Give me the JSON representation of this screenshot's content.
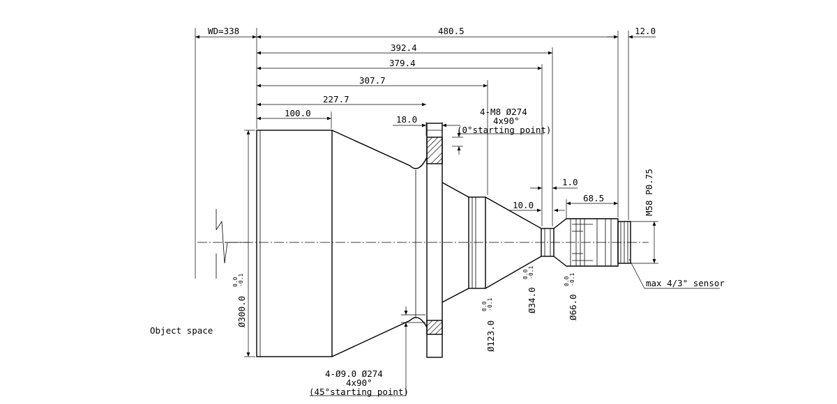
{
  "dimensions": {
    "wd": "WD=338",
    "total_length": "480.5",
    "l_392": "392.4",
    "l_379": "379.4",
    "l_307": "307.7",
    "l_227": "227.7",
    "l_100": "100.0",
    "flange_thk": "18.0",
    "spacer_1": "1.0",
    "gap_10": "10.0",
    "l_68": "68.5",
    "back_12": "12.0",
    "thread": "M58 P0.75"
  },
  "diameters": {
    "d300": "Ø300.0",
    "d123": "Ø123.0",
    "d34": "Ø34.0",
    "d66": "Ø66.0",
    "tol_upper": "0.0",
    "tol_lower": "-0.1"
  },
  "annotations": {
    "top_holes_line1": "4-M8  Ø274",
    "top_holes_line2": "4x90°",
    "top_holes_line3": "(0°starting point)",
    "bottom_holes_line1": "4-Ø9.0  Ø274",
    "bottom_holes_line2": "4x90°",
    "bottom_holes_line3": "(45°starting point)",
    "object_space": "Object space",
    "sensor": "max 4/3\" sensor"
  }
}
